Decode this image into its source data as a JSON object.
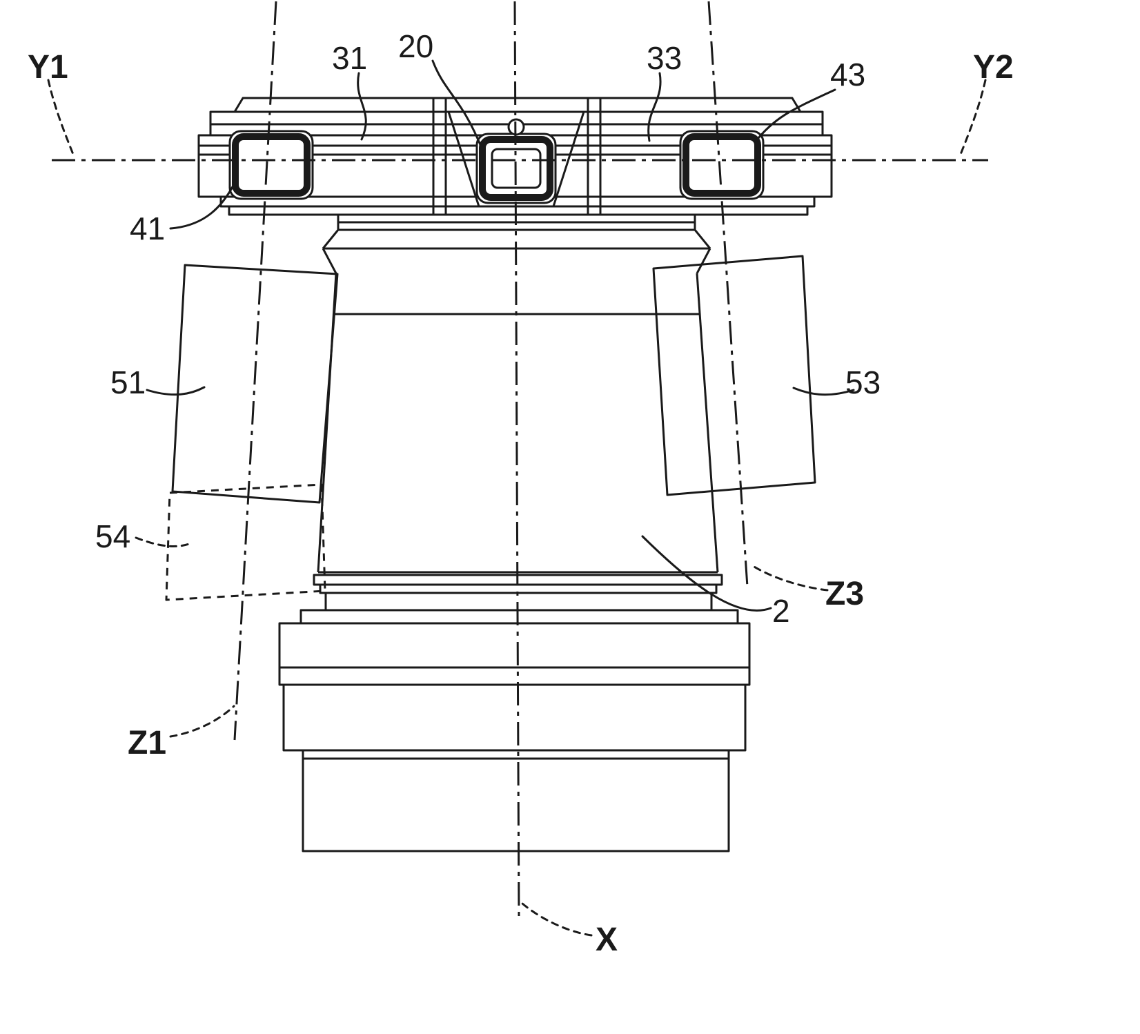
{
  "figure": {
    "labels": {
      "y1": "Y1",
      "y2": "Y2",
      "z1": "Z1",
      "z3": "Z3",
      "x": "X",
      "n31": "31",
      "n20": "20",
      "n33": "33",
      "n43": "43",
      "n41": "41",
      "n51": "51",
      "n53": "53",
      "n54": "54",
      "n2": "2"
    },
    "colors": {
      "line": "#1a1a1a",
      "background": "#ffffff"
    }
  }
}
